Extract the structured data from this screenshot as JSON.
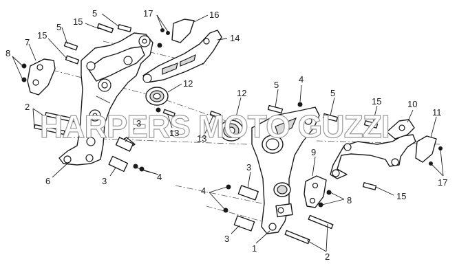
{
  "watermark": "HARPERS MOTO GUZZI",
  "callouts": {
    "c1": "1",
    "c2a": "2",
    "c2b": "2",
    "c3a": "3",
    "c3b": "3",
    "c3c": "3",
    "c3d": "3",
    "c4a": "4",
    "c4b": "4",
    "c4c": "4",
    "c5a": "5",
    "c5b": "5",
    "c5c": "5",
    "c5d": "5",
    "c6": "6",
    "c7": "7",
    "c8a": "8",
    "c8b": "8",
    "c9": "9",
    "c10": "10",
    "c11": "11",
    "c12a": "12",
    "c12b": "12",
    "c13a": "13",
    "c13b": "13",
    "c14": "14",
    "c15a": "15",
    "c15b": "15",
    "c15c": "15",
    "c15d": "15",
    "c16": "16",
    "c17a": "17",
    "c17b": "17"
  }
}
